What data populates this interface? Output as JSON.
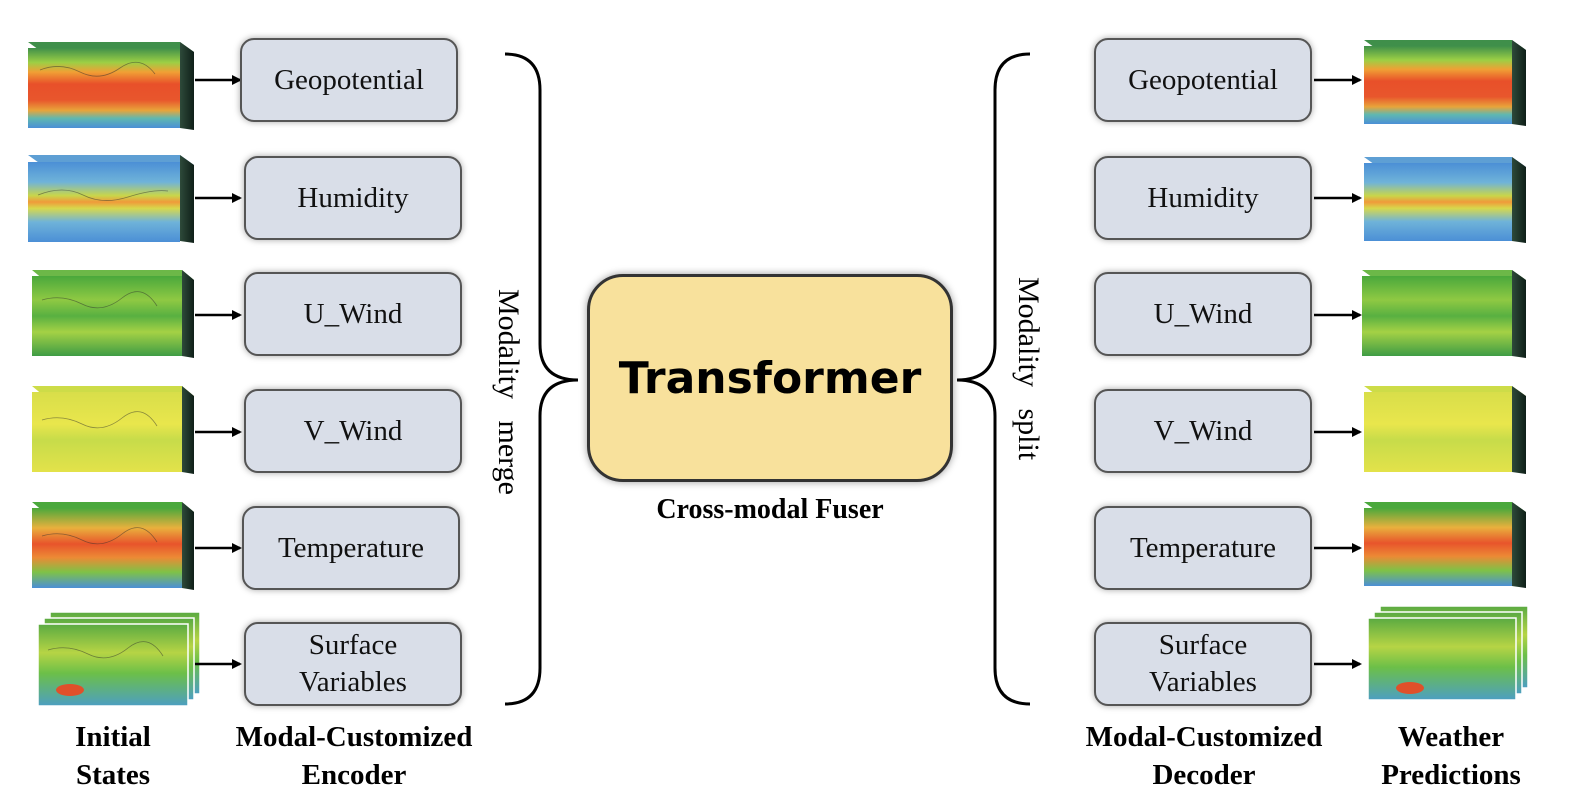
{
  "fuser": {
    "title": "Transformer",
    "caption": "Cross-modal Fuser"
  },
  "left_side_label": "Modality merge",
  "right_side_label": "Modality split",
  "encoder": {
    "items": [
      {
        "label": "Geopotential"
      },
      {
        "label": "Humidity"
      },
      {
        "label": "U_Wind"
      },
      {
        "label": "V_Wind"
      },
      {
        "label": "Temperature"
      },
      {
        "label": "Surface\nVariables"
      }
    ],
    "caption": "Modal-Customized\nEncoder"
  },
  "decoder": {
    "items": [
      {
        "label": "Geopotential"
      },
      {
        "label": "Humidity"
      },
      {
        "label": "U_Wind"
      },
      {
        "label": "V_Wind"
      },
      {
        "label": "Temperature"
      },
      {
        "label": "Surface\nVariables"
      }
    ],
    "caption": "Modal-Customized\nDecoder"
  },
  "inputs_caption": "Initial\nStates",
  "outputs_caption": "Weather\nPredictions",
  "colors": {
    "box_fill": "#d9dee8",
    "transformer_fill": "#f8e19c",
    "map_warm": "#e8502a",
    "map_green": "#4aa83c",
    "map_blue": "#4b8fd6",
    "map_yellow": "#e6e34a"
  }
}
